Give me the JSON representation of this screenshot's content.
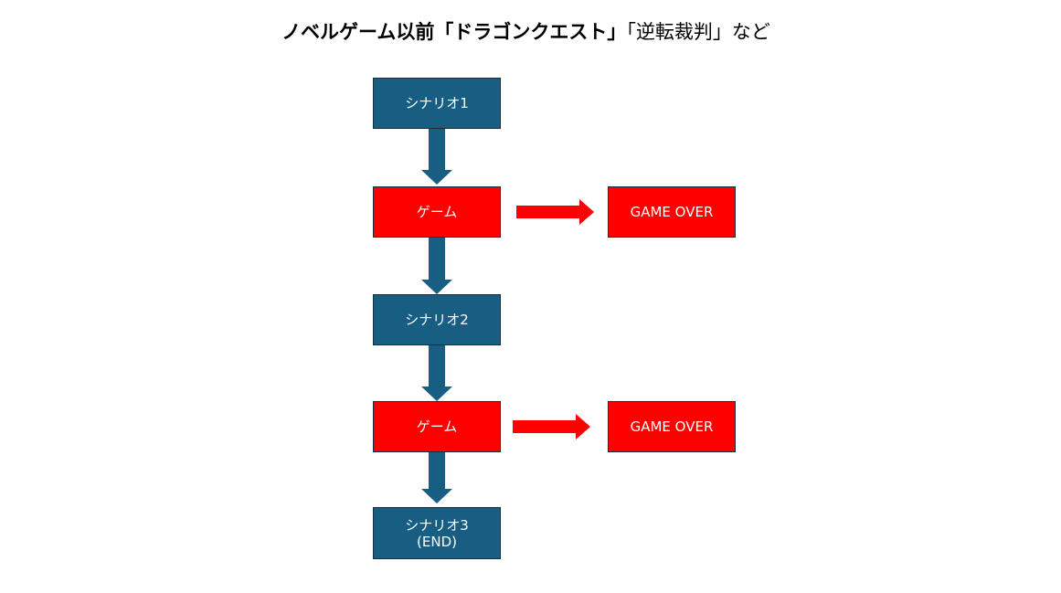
{
  "title": {
    "bold_part": "ノベルゲーム以前「ドラゴンクエスト」",
    "normal_part": "「逆転裁判」など"
  },
  "colors": {
    "scenario": "#175e82",
    "game": "#ff0000",
    "gameover": "#ff0000",
    "arrow_down": "#175e82",
    "arrow_right": "#ff0000"
  },
  "flow": {
    "scenario1": "シナリオ1",
    "game1": "ゲーム",
    "gameover1": "GAME OVER",
    "scenario2": "シナリオ2",
    "game2": "ゲーム",
    "gameover2": "GAME OVER",
    "scenario3_line1": "シナリオ3",
    "scenario3_line2": "(END)"
  }
}
